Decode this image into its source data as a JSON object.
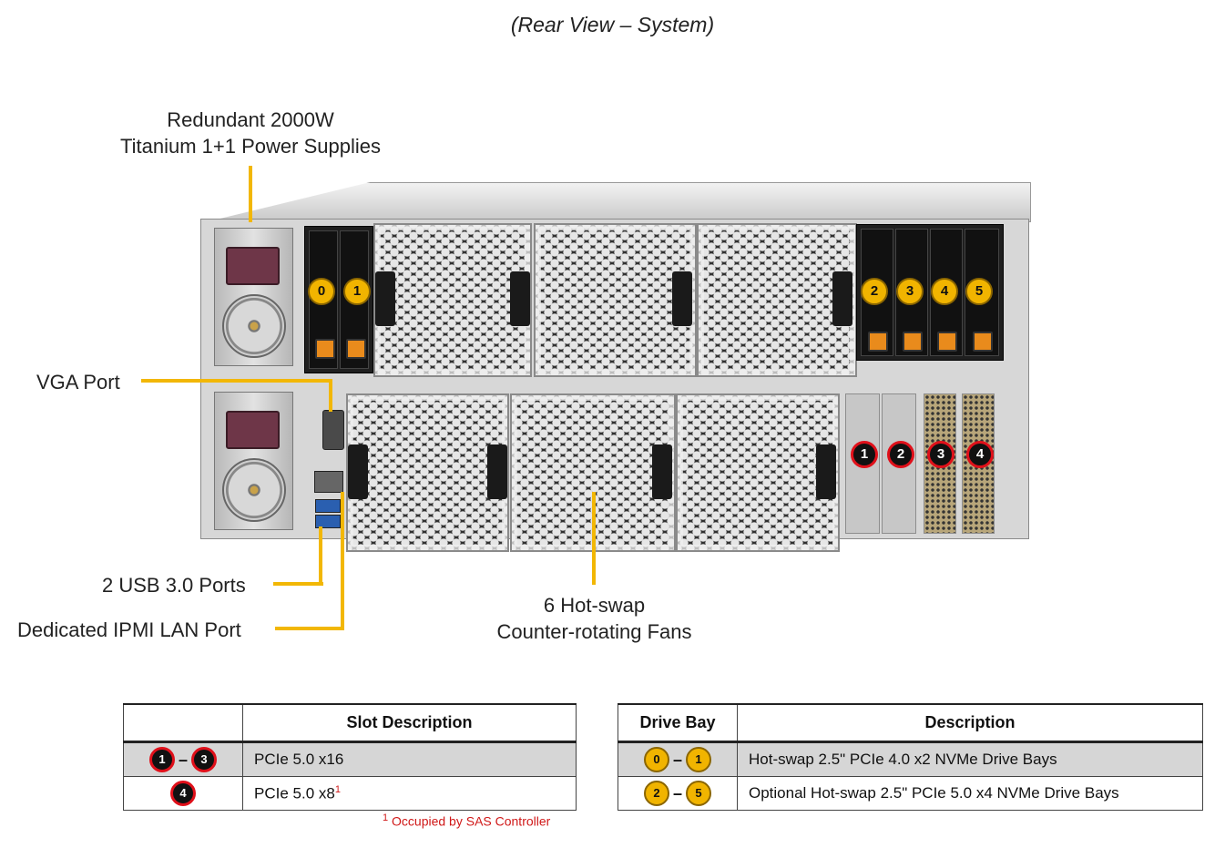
{
  "title": "(Rear View – System)",
  "labels": {
    "psu_line1": "Redundant 2000W",
    "psu_line2": "Titanium 1+1 Power Supplies",
    "vga": "VGA Port",
    "usb": "2 USB 3.0 Ports",
    "ipmi": "Dedicated IPMI LAN Port",
    "fans_line1": "6 Hot-swap",
    "fans_line2": "Counter-rotating Fans"
  },
  "drive_badges": [
    "0",
    "1",
    "2",
    "3",
    "4",
    "5"
  ],
  "slot_badges": [
    "1",
    "2",
    "3",
    "4"
  ],
  "slot_table": {
    "header_blank": "",
    "header": "Slot Description",
    "rows": [
      {
        "from": "1",
        "dash": "–",
        "to": "3",
        "desc": "PCIe 5.0 x16"
      },
      {
        "single": "4",
        "desc": "PCIe 5.0 x8",
        "mark": "1"
      }
    ],
    "footnote_mark": "1",
    "footnote": "Occupied by SAS Controller"
  },
  "drive_table": {
    "header_bay": "Drive Bay",
    "header_desc": "Description",
    "rows": [
      {
        "from": "0",
        "dash": "–",
        "to": "1",
        "desc": "Hot-swap 2.5\" PCIe 4.0 x2 NVMe Drive Bays"
      },
      {
        "from": "2",
        "dash": "–",
        "to": "5",
        "desc": "Optional Hot-swap 2.5\" PCIe 5.0 x4 NVMe Drive Bays"
      }
    ]
  },
  "colors": {
    "callout": "#f2b705",
    "drive_badge": "#f1b400",
    "slot_badge_ring": "#e0101a",
    "footnote": "#d01818"
  }
}
